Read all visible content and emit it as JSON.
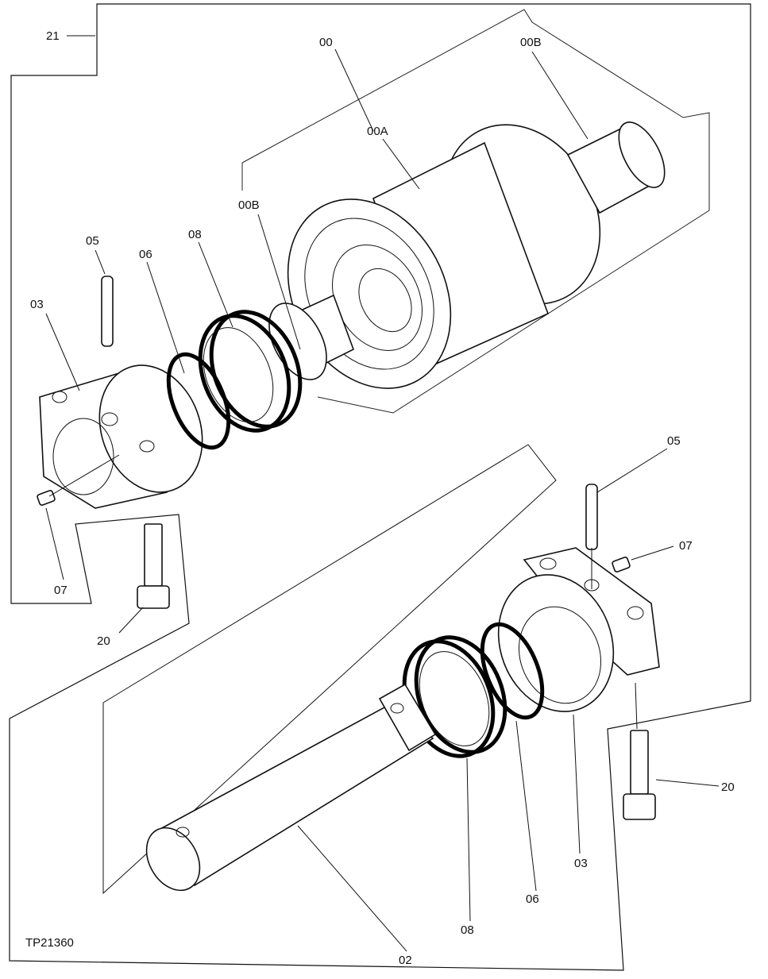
{
  "figure_id": "TP21360",
  "labels": {
    "assembly": "21",
    "roller": "00",
    "roller_body": "00A",
    "roller_bushing_top": "00B",
    "roller_bushing_left": "00B",
    "pin_left": "05",
    "oring_left": "06",
    "seal_left": "08",
    "collar_left": "03",
    "plug_left": "07",
    "screw_left": "20",
    "pin_right": "05",
    "plug_right": "07",
    "screw_right": "20",
    "collar_right": "03",
    "oring_right": "06",
    "seal_right": "08",
    "shaft": "02"
  }
}
